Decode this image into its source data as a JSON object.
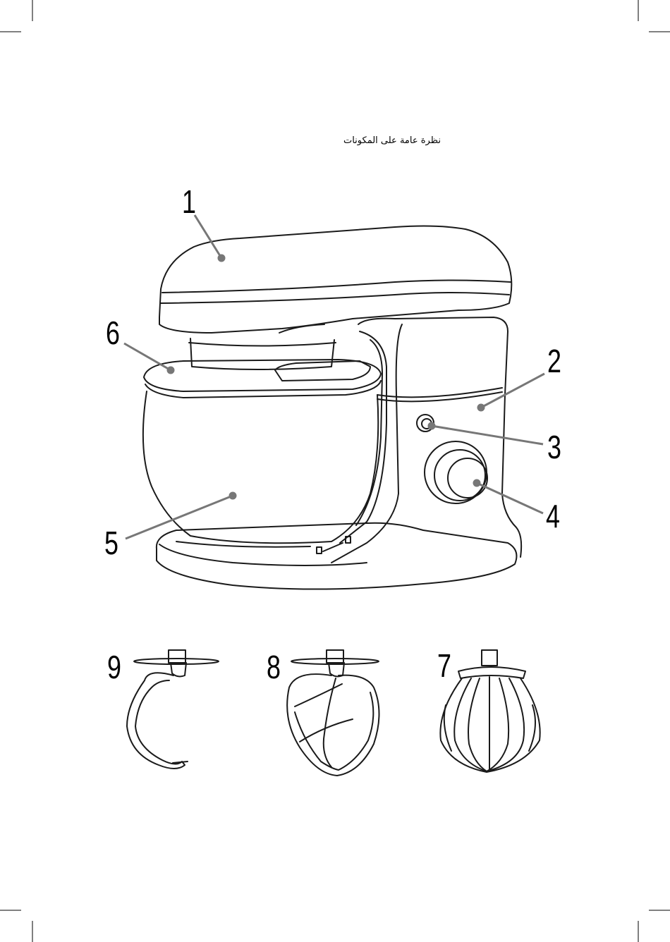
{
  "title": "نظرة عامة على المكونات",
  "callouts": {
    "n1": "1",
    "n2": "2",
    "n3": "3",
    "n4": "4",
    "n5": "5",
    "n6": "6",
    "n7": "7",
    "n8": "8",
    "n9": "9"
  },
  "colors": {
    "line": "#1a1a1a",
    "leader": "#777777"
  },
  "icons": [
    "lock-icon",
    "unlock-icon"
  ]
}
